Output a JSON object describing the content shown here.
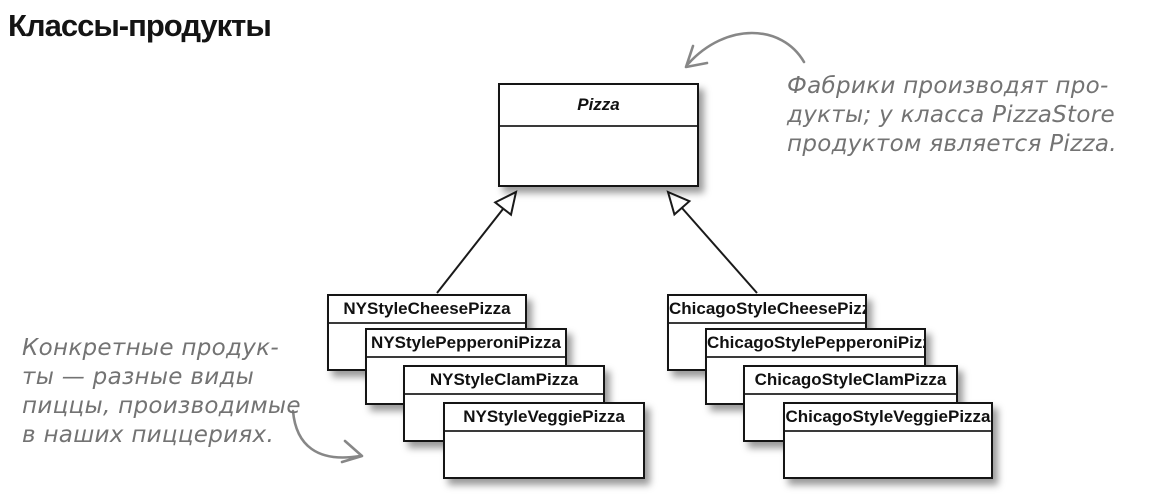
{
  "title": "Классы-продукты",
  "diagram": {
    "superclass": "Pizza",
    "ny_stack": [
      "NYStyleCheesePizza",
      "NYStylePepperoniPizza",
      "NYStyleClamPizza",
      "NYStyleVeggiePizza"
    ],
    "chicago_stack": [
      "ChicagoStyleCheesePizza",
      "ChicagoStylePepperoniPizza",
      "ChicagoStyleClamPizza",
      "ChicagoStyleVeggiePizza"
    ]
  },
  "annotations": {
    "factory_note": {
      "lines": [
        "Фабрики производят про-",
        "дукты; у класса PizzaStore",
        "продуктом является Pizza."
      ]
    },
    "products_note": {
      "lines": [
        "Конкретные продук-",
        "ты — разные виды",
        "пиццы, производимые",
        "в наших пиццериях."
      ]
    }
  },
  "icons": {
    "inheritance_arrowhead": "hollow-triangle",
    "note_arrow": "hand-drawn-curved-arrow"
  },
  "colors": {
    "box_border": "#151515",
    "box_fill": "#ffffff",
    "line_ink": "#1a1a1a",
    "note_ink": "#737373",
    "shadow": "rgba(0,0,0,0.40)"
  }
}
